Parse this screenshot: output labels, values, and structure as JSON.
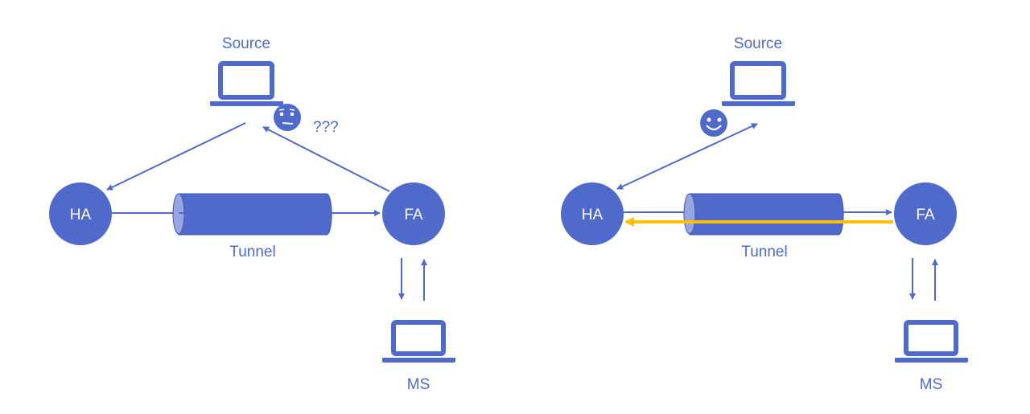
{
  "colors": {
    "primary": "#4F6ACB",
    "tunnel_cap": "#97A6E0",
    "highlight_arrow": "#FFC000",
    "background": "#FFFFFF"
  },
  "panels": [
    {
      "id": "left",
      "source_label": "Source",
      "ha_label": "HA",
      "fa_label": "FA",
      "tunnel_label": "Tunnel",
      "ms_label": "MS",
      "emoji": "confused-face-icon",
      "annotation": "???"
    },
    {
      "id": "right",
      "source_label": "Source",
      "ha_label": "HA",
      "fa_label": "FA",
      "tunnel_label": "Tunnel",
      "ms_label": "MS",
      "emoji": "smiling-face-icon",
      "annotation": ""
    }
  ]
}
